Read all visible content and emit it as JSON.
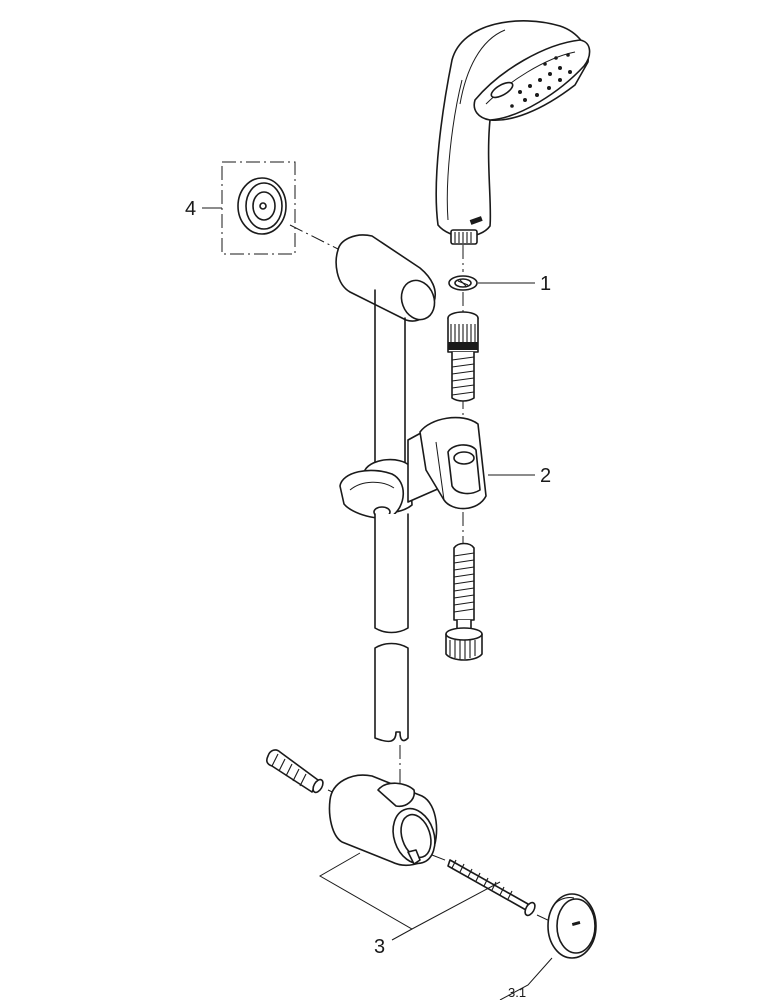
{
  "callouts": {
    "c1": "1",
    "c2": "2",
    "c3": "3",
    "c3_1": "3.1",
    "c4": "4"
  },
  "colors": {
    "line": "#1a1a1a",
    "background": "#ffffff"
  }
}
